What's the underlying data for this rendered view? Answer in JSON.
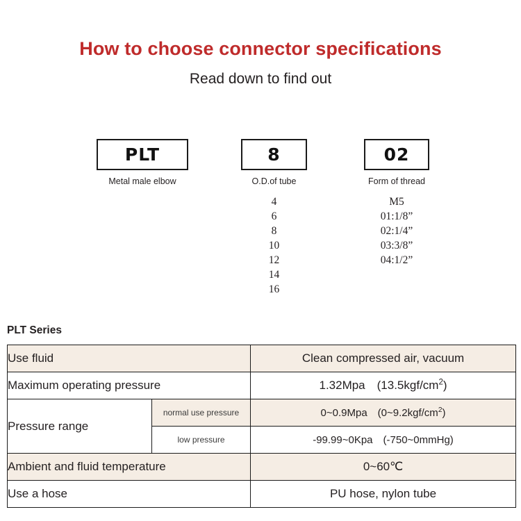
{
  "header": {
    "title": "How to choose connector specifications",
    "subtitle": "Read down to find out",
    "title_color": "#bf2b2b"
  },
  "code_builder": {
    "columns": [
      {
        "code": "PLT",
        "caption": "Metal male elbow",
        "options": []
      },
      {
        "code": "8",
        "caption": "O.D.of tube",
        "options": [
          "4",
          "6",
          "8",
          "10",
          "12",
          "14",
          "16"
        ]
      },
      {
        "code": "02",
        "caption": "Form of thread",
        "options": [
          "M5",
          "01:1/8”",
          "02:1/4”",
          "03:3/8”",
          "04:1/2”"
        ]
      }
    ]
  },
  "spec": {
    "heading": "PLT Series",
    "shade_color": "#f5ede4",
    "rows": [
      {
        "label": "Use fluid",
        "value": "Clean compressed air, vacuum",
        "shaded": true
      },
      {
        "label": "Maximum operating pressure",
        "value_main": "1.32Mpa (13.5kgf/cm",
        "value_sup": "2",
        "value_tail": ")",
        "shaded": false
      },
      {
        "label": "Pressure range",
        "sub": "normal use pressure",
        "value_main": "0~0.9Mpa (0~9.2kgf/cm",
        "value_sup": "2",
        "value_tail": ")",
        "shaded": true
      },
      {
        "sub": "low pressure",
        "value": "-99.99~0Kpa (-750~0mmHg)",
        "shaded": false
      },
      {
        "label": "Ambient and fluid temperature",
        "value": "0~60℃",
        "shaded": true
      },
      {
        "label": "Use a hose",
        "value": "PU hose, nylon tube",
        "shaded": false
      }
    ]
  }
}
